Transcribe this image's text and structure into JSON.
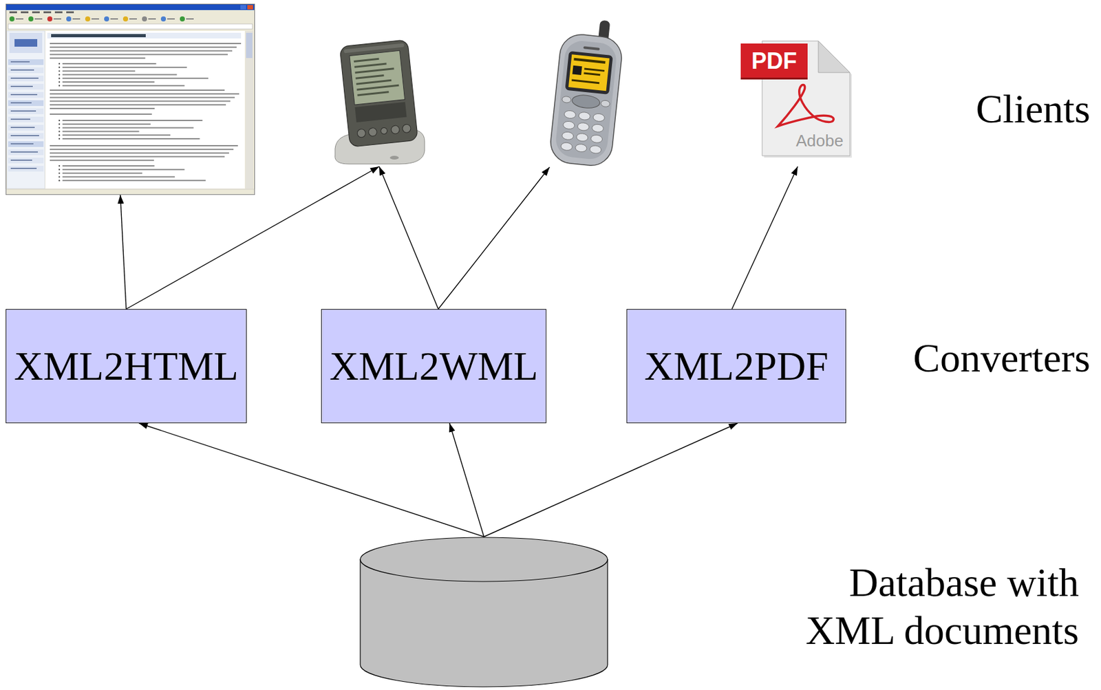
{
  "diagram": {
    "nodes": [
      {
        "text": []
      },
      {
        "text": []
      },
      {
        "text": []
      },
      {
        "text": [
          "PDF",
          "Adobe"
        ]
      },
      {
        "text": [
          "XML2HTML"
        ]
      },
      {
        "text": [
          "XML2WML"
        ]
      },
      {
        "text": [
          "XML2PDF"
        ]
      },
      {
        "text": []
      }
    ],
    "edges": [
      {
        "from": 7,
        "to": 4,
        "arrow": "to"
      },
      {
        "from": 7,
        "to": 5,
        "arrow": "to"
      },
      {
        "from": 7,
        "to": 6,
        "arrow": "to"
      },
      {
        "from": 4,
        "to": 0,
        "arrow": "to"
      },
      {
        "from": 4,
        "to": 1,
        "arrow": "to"
      },
      {
        "from": 5,
        "to": 1,
        "arrow": "to"
      },
      {
        "from": 5,
        "to": 2,
        "arrow": "to"
      },
      {
        "from": 6,
        "to": 3,
        "arrow": "to"
      }
    ],
    "labels": [
      "Clients",
      "Converters",
      "Database with XML documents"
    ]
  }
}
